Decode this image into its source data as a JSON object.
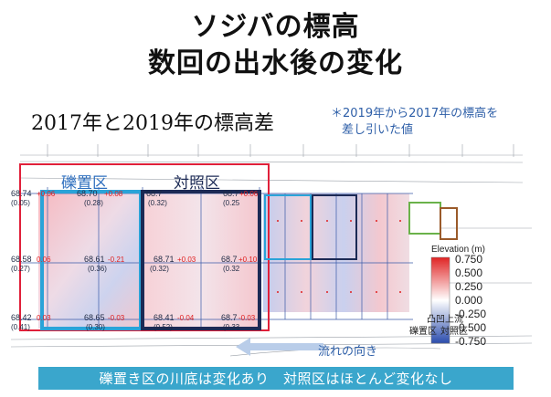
{
  "title": {
    "line1": "ソジバの標高",
    "line2": "数回の出水後の変化"
  },
  "subtitle": "2017年と2019年の標高差",
  "note": {
    "line1": "＊2019年から2017年の標高を",
    "line2": "差し引いた値"
  },
  "zones": {
    "treatment": "礫置区",
    "control": "対照区"
  },
  "small_zones": {
    "upstream": "凸凹上流",
    "treatment": "礫置区",
    "control": "対照区"
  },
  "elevations": [
    {
      "base": "68.74",
      "diff": "+0.06",
      "prev": "(0.05)"
    },
    {
      "base": "68.70",
      "diff": "+0.08",
      "prev": "(0.28)"
    },
    {
      "base": "68.7",
      "diff": "",
      "prev": "(0.32)"
    },
    {
      "base": "68.7",
      "diff": "+0.06",
      "prev": "(0.25"
    },
    {
      "base": "68.58",
      "diff": "0.06",
      "prev": "(0.27)"
    },
    {
      "base": "68.61",
      "diff": "-0.21",
      "prev": "(0.36)"
    },
    {
      "base": "68.71",
      "diff": "+0.03",
      "prev": "(0.32)"
    },
    {
      "base": "68.7",
      "diff": "+0.10",
      "prev": "(0.32"
    },
    {
      "base": "68.42",
      "diff": "0.03",
      "prev": "(0.41)"
    },
    {
      "base": "68.65",
      "diff": "-0.03",
      "prev": "(0.30)"
    },
    {
      "base": "68.41",
      "diff": "-0.04",
      "prev": "(0.52)"
    },
    {
      "base": "68.7",
      "diff": "-0.03",
      "prev": "(0.33"
    }
  ],
  "legend": {
    "title": "Elevation (m)",
    "ticks": [
      "0.750",
      "0.500",
      "0.250",
      "0.000",
      "-0.250",
      "-0.500",
      "-0.750"
    ],
    "colors": [
      "#e02424",
      "#ffffff",
      "#2b4cad"
    ]
  },
  "flow_label": "流れの向き",
  "banner": "礫置き区の川底は変化あり　対照区はほとんど変化なし",
  "colors": {
    "treatment_box": "#2aa3d8",
    "control_box": "#1c2a55",
    "outer_box": "#e0203a",
    "banner": "#3aa6cc"
  }
}
